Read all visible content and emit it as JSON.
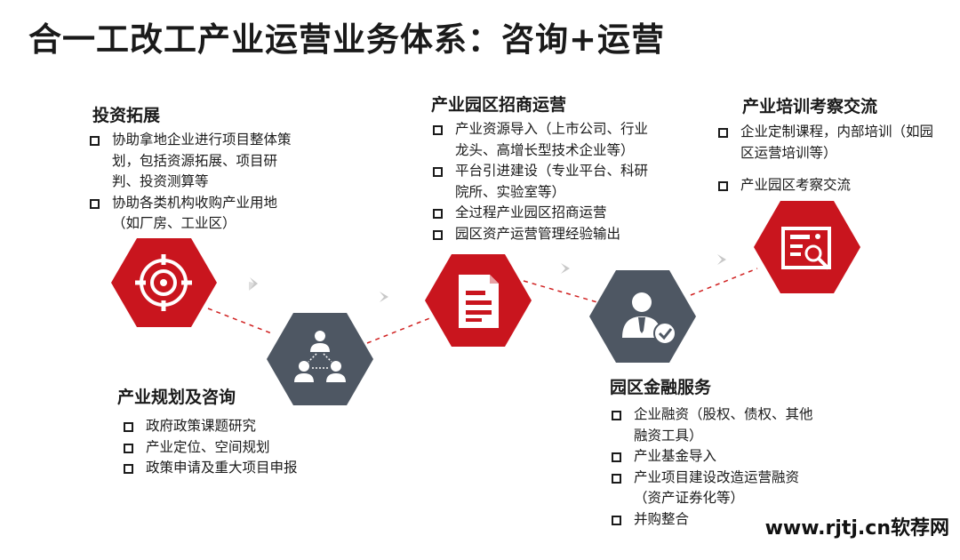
{
  "title": "合一工改工产业运营业务体系：咨询+运营",
  "colors": {
    "red": "#c9151e",
    "slate": "#4e5763",
    "arrow": "#c8c8c8",
    "dash": "#d02020"
  },
  "stages": [
    {
      "icon": "target-icon",
      "heading": "投资拓展",
      "items": [
        "协助拿地企业进行项目整体策划，包括资源拓展、项目研判、投资测算等",
        "协助各类机构收购产业用地（如厂房、工业区）"
      ]
    },
    {
      "icon": "people-network-icon",
      "heading": "产业规划及咨询",
      "items": [
        "政府政策课题研究",
        "产业定位、空间规划",
        "政策申请及重大项目申报"
      ]
    },
    {
      "icon": "document-icon",
      "heading": "产业园区招商运营",
      "items": [
        "产业资源导入（上市公司、行业龙头、高增长型技术企业等）",
        "平台引进建设（专业平台、科研院所、实验室等）",
        "全过程产业园区招商运营",
        "园区资产运营管理经验输出"
      ]
    },
    {
      "icon": "user-check-icon",
      "heading": "园区金融服务",
      "items": [
        "企业融资（股权、债权、其他融资工具）",
        "产业基金导入",
        "产业项目建设改造运营融资（资产证券化等）",
        "并购整合"
      ]
    },
    {
      "icon": "inspection-report-icon",
      "heading": "产业培训考察交流",
      "items": [
        "企业定制课程，内部培训（如园区运营培训等）",
        "产业园区考察交流"
      ]
    }
  ],
  "watermark": "www.rjtj.cn软荐网"
}
